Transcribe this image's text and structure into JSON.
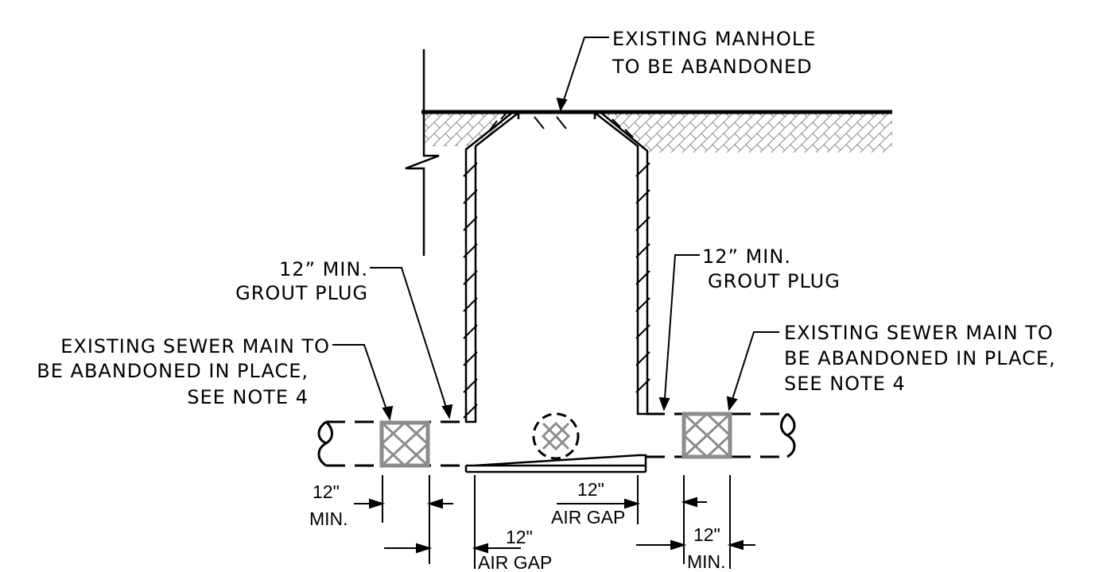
{
  "labels": {
    "existing_manhole": [
      "EXISTING MANHOLE",
      "TO BE ABANDONED"
    ],
    "grout_plug_left": [
      "12” MIN.",
      "GROUT PLUG"
    ],
    "grout_plug_right": [
      "12” MIN.",
      "GROUT PLUG"
    ],
    "sewer_main_left": [
      "EXISTING SEWER MAIN TO",
      "BE ABANDONED IN PLACE,",
      "SEE NOTE 4"
    ],
    "sewer_main_right": [
      "EXISTING SEWER MAIN TO",
      "BE ABANDONED IN PLACE,",
      "SEE NOTE 4"
    ]
  },
  "dimensions": {
    "left_min": [
      "12\"",
      "MIN."
    ],
    "right_min": [
      "12\"",
      "MIN."
    ],
    "air_gap_left": [
      "12\"",
      "AIR GAP"
    ],
    "air_gap_right": [
      "12\"",
      "AIR GAP"
    ]
  },
  "colors": {
    "line": "#000000",
    "plug": "#8c8c8c",
    "soil_hatch": "#8a8a8a"
  }
}
